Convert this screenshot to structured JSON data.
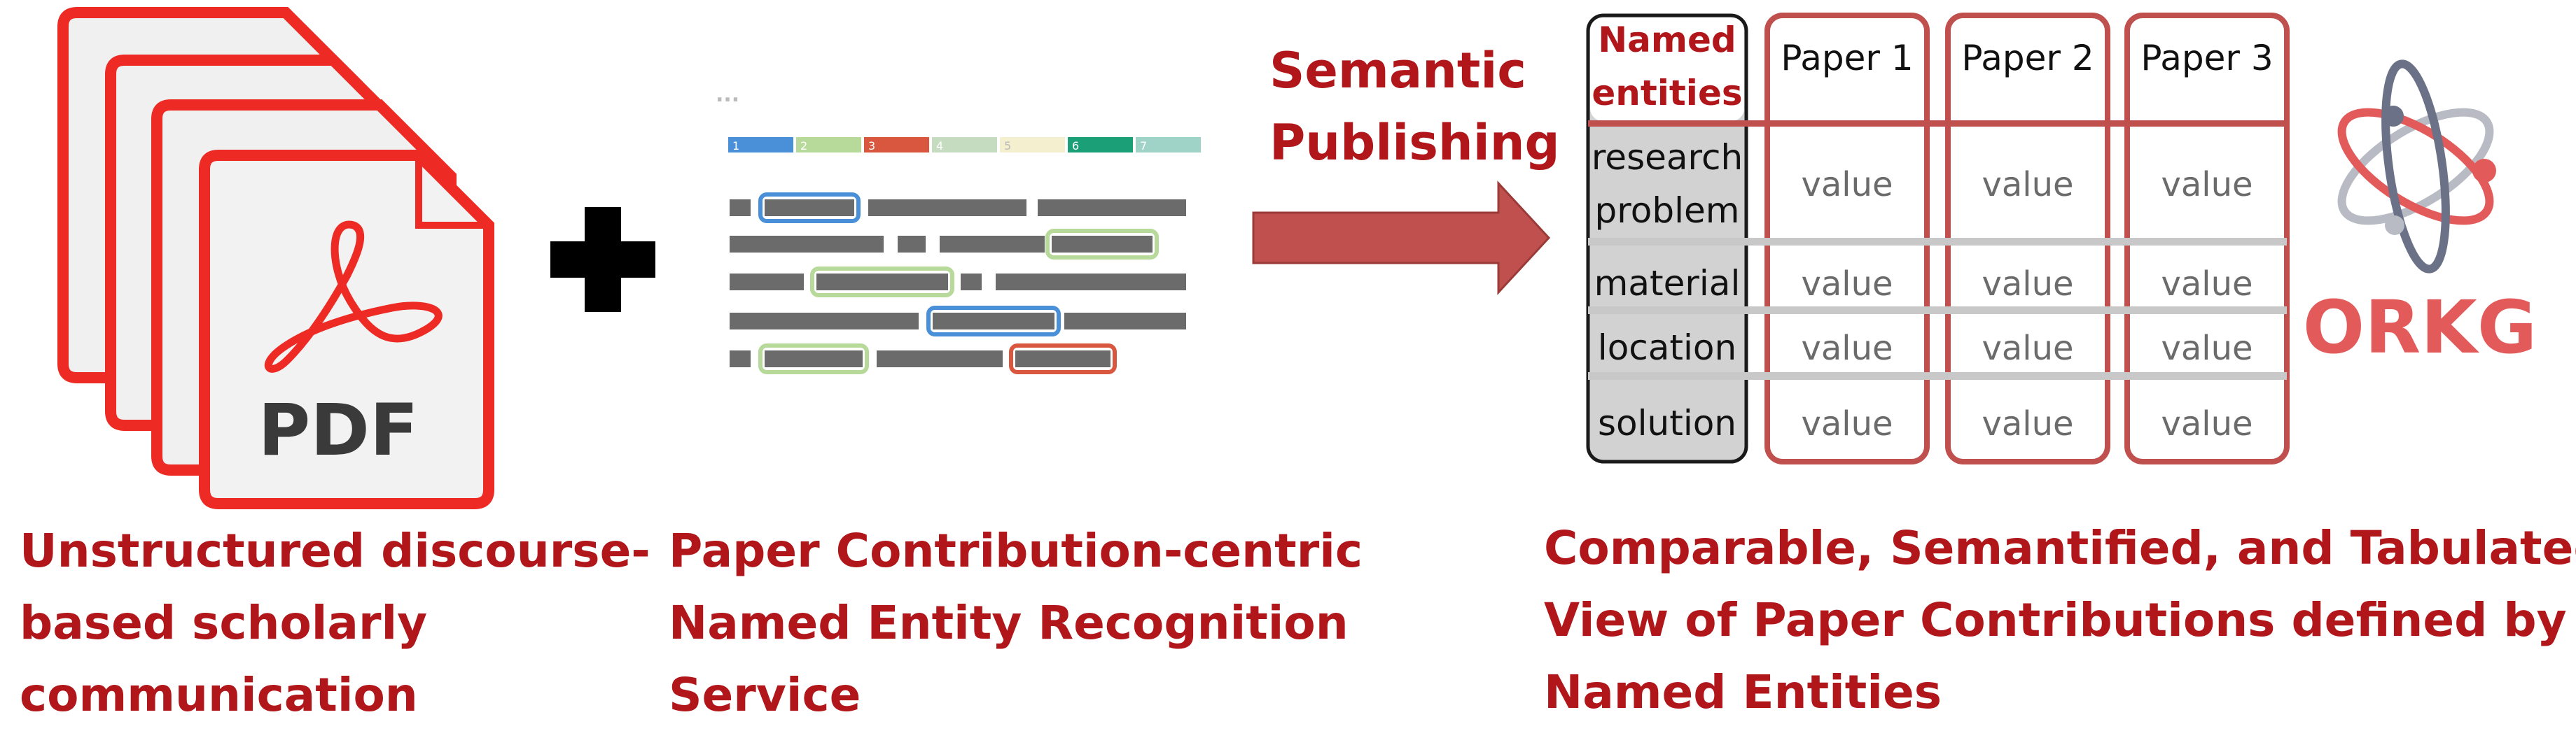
{
  "captions": {
    "left": [
      "Unstructured discourse-",
      "based scholarly",
      "communication"
    ],
    "middle": [
      "Paper Contribution-centric",
      "Named Entity Recognition",
      "Service"
    ],
    "right": [
      "Comparable, Semantified, and Tabulated",
      "View of Paper Contributions defined by",
      "Named Entities"
    ]
  },
  "pdf_label": "PDF",
  "ner_legend": [
    "1",
    "2",
    "3",
    "4",
    "5",
    "6",
    "7"
  ],
  "ner_dots": "...",
  "arrow_label": [
    "Semantic",
    "Publishing"
  ],
  "table": {
    "header": [
      "Named",
      "entities"
    ],
    "papers": [
      "Paper 1",
      "Paper 2",
      "Paper 3"
    ],
    "rows": [
      [
        "research",
        "problem"
      ],
      [
        "material"
      ],
      [
        "location"
      ],
      [
        "solution"
      ]
    ],
    "cell_value": "value"
  },
  "logo_text": "ORKG",
  "colors": {
    "accent": "#b1161b",
    "pdf_red": "#ee2a24",
    "arrow": "#c0504d",
    "table_border": "#c0504d",
    "legend": [
      "#4a90d9",
      "#b7d99a",
      "#d9573e",
      "#c5dcc0",
      "#f3efcf",
      "#1a9f77",
      "#9fd3c7"
    ]
  },
  "icons": [
    "pdf-document-icon",
    "plus-icon",
    "ner-document-icon",
    "right-arrow-icon",
    "orkg-atom-icon"
  ]
}
